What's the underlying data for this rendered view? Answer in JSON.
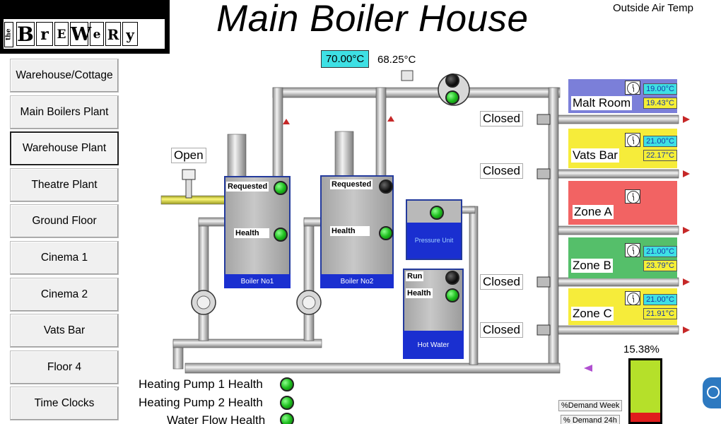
{
  "logo": {
    "the": "the",
    "letters": [
      "B",
      "r",
      "E",
      "W",
      "e",
      "R",
      "y"
    ]
  },
  "nav": [
    "Warehouse/Cottage",
    "Main Boilers Plant",
    "Warehouse Plant",
    "Theatre Plant",
    "Ground Floor",
    "Cinema 1",
    "Cinema 2",
    "Vats Bar",
    "Floor 4",
    "Time Clocks"
  ],
  "selected_nav": "Warehouse Plant",
  "header": {
    "title": "Main Boiler House",
    "outside_air_label": "Outside Air Temp"
  },
  "flow": {
    "setpoint": "70.00°C",
    "actual": "68.25°C"
  },
  "valve": {
    "state": "Open"
  },
  "boilers": [
    {
      "requested_label": "Requested",
      "health_label": "Health",
      "name": "Boiler No1"
    },
    {
      "requested_label": "Requested",
      "health_label": "Health",
      "name": "Boiler No2"
    }
  ],
  "pressure_unit": {
    "name": "Pressure Unit"
  },
  "hot_water": {
    "run_label": "Run",
    "health_label": "Health",
    "name": "Hot Water"
  },
  "zones": [
    {
      "name": "Malt Room",
      "setpoint": "19.00°C",
      "actual": "19.43°C",
      "valve": "Closed",
      "color": "#7b7fd9"
    },
    {
      "name": "Vats Bar",
      "setpoint": "21.00°C",
      "actual": "22.17°C",
      "valve": "Closed",
      "color": "#f6ec3a"
    },
    {
      "name": "Zone A",
      "setpoint": "",
      "actual": "",
      "valve": "",
      "color": "#f26363"
    },
    {
      "name": "Zone B",
      "setpoint": "21.00°C",
      "actual": "23.79°C",
      "valve": "Closed",
      "color": "#55bf6a"
    },
    {
      "name": "Zone C",
      "setpoint": "21.00°C",
      "actual": "21.91°C",
      "valve": "Closed",
      "color": "#f6ec3a"
    }
  ],
  "health": [
    "Heating Pump 1 Health",
    "Heating Pump 2 Health",
    "Water Flow Health"
  ],
  "demand": {
    "percent_label": "15.38%",
    "fraction": 0.1538,
    "week_btn": "%Demand Week",
    "day_btn": "% Demand 24h"
  },
  "colors": {
    "pipe": "#c4c4c4",
    "boiler_blue": "#1a2fd0",
    "gas_pipe": "#e6e34a",
    "cyan": "#3ee0e4"
  }
}
